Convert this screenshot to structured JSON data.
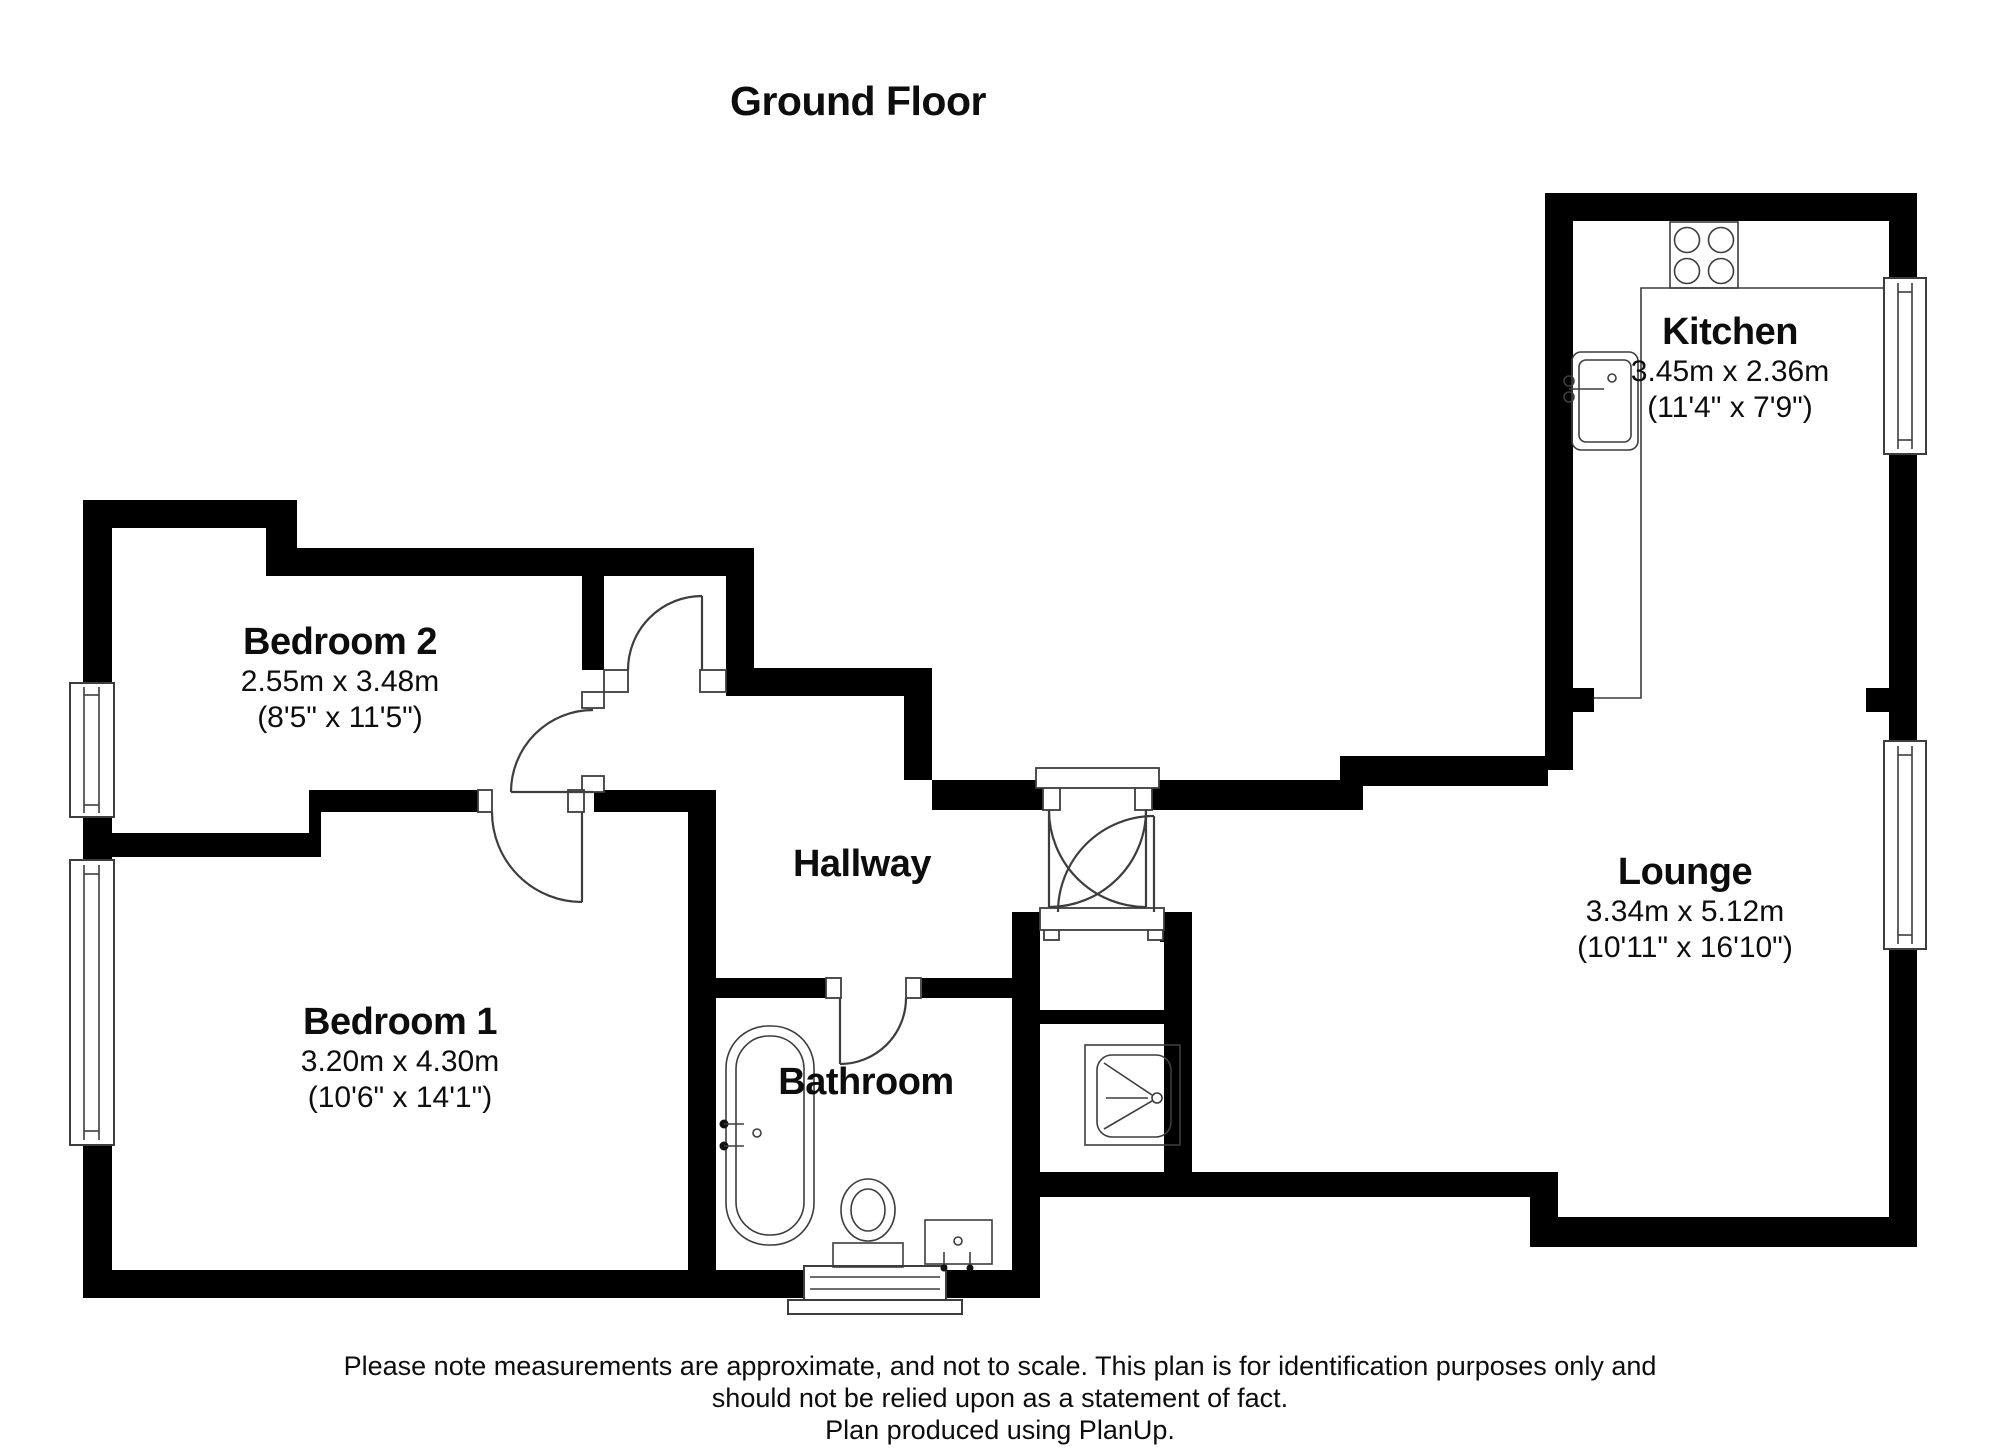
{
  "title": "Ground Floor",
  "rooms": {
    "kitchen": {
      "name": "Kitchen",
      "dim_metric": "3.45m x 2.36m",
      "dim_imperial": "(11'4\" x 7'9\")"
    },
    "lounge": {
      "name": "Lounge",
      "dim_metric": "3.34m x 5.12m",
      "dim_imperial": "(10'11\" x 16'10\")"
    },
    "bedroom2": {
      "name": "Bedroom 2",
      "dim_metric": "2.55m x 3.48m",
      "dim_imperial": "(8'5\" x 11'5\")"
    },
    "bedroom1": {
      "name": "Bedroom 1",
      "dim_metric": "3.20m x 4.30m",
      "dim_imperial": "(10'6\" x 14'1\")"
    },
    "hallway": {
      "name": "Hallway"
    },
    "bathroom": {
      "name": "Bathroom"
    }
  },
  "footer": {
    "line1": "Please note measurements are approximate, and not to scale. This plan is for identification purposes only and",
    "line2": "should not be relied upon as a statement of fact.",
    "line3": "Plan produced using PlanUp."
  },
  "fixtures": [
    "hob",
    "kitchen-sink",
    "bath",
    "toilet",
    "wash-basin",
    "shower-tray"
  ],
  "colors": {
    "walls": "#000000",
    "background": "#ffffff",
    "fixture_line": "#3d3d3d",
    "text": "#0d0d0d"
  }
}
